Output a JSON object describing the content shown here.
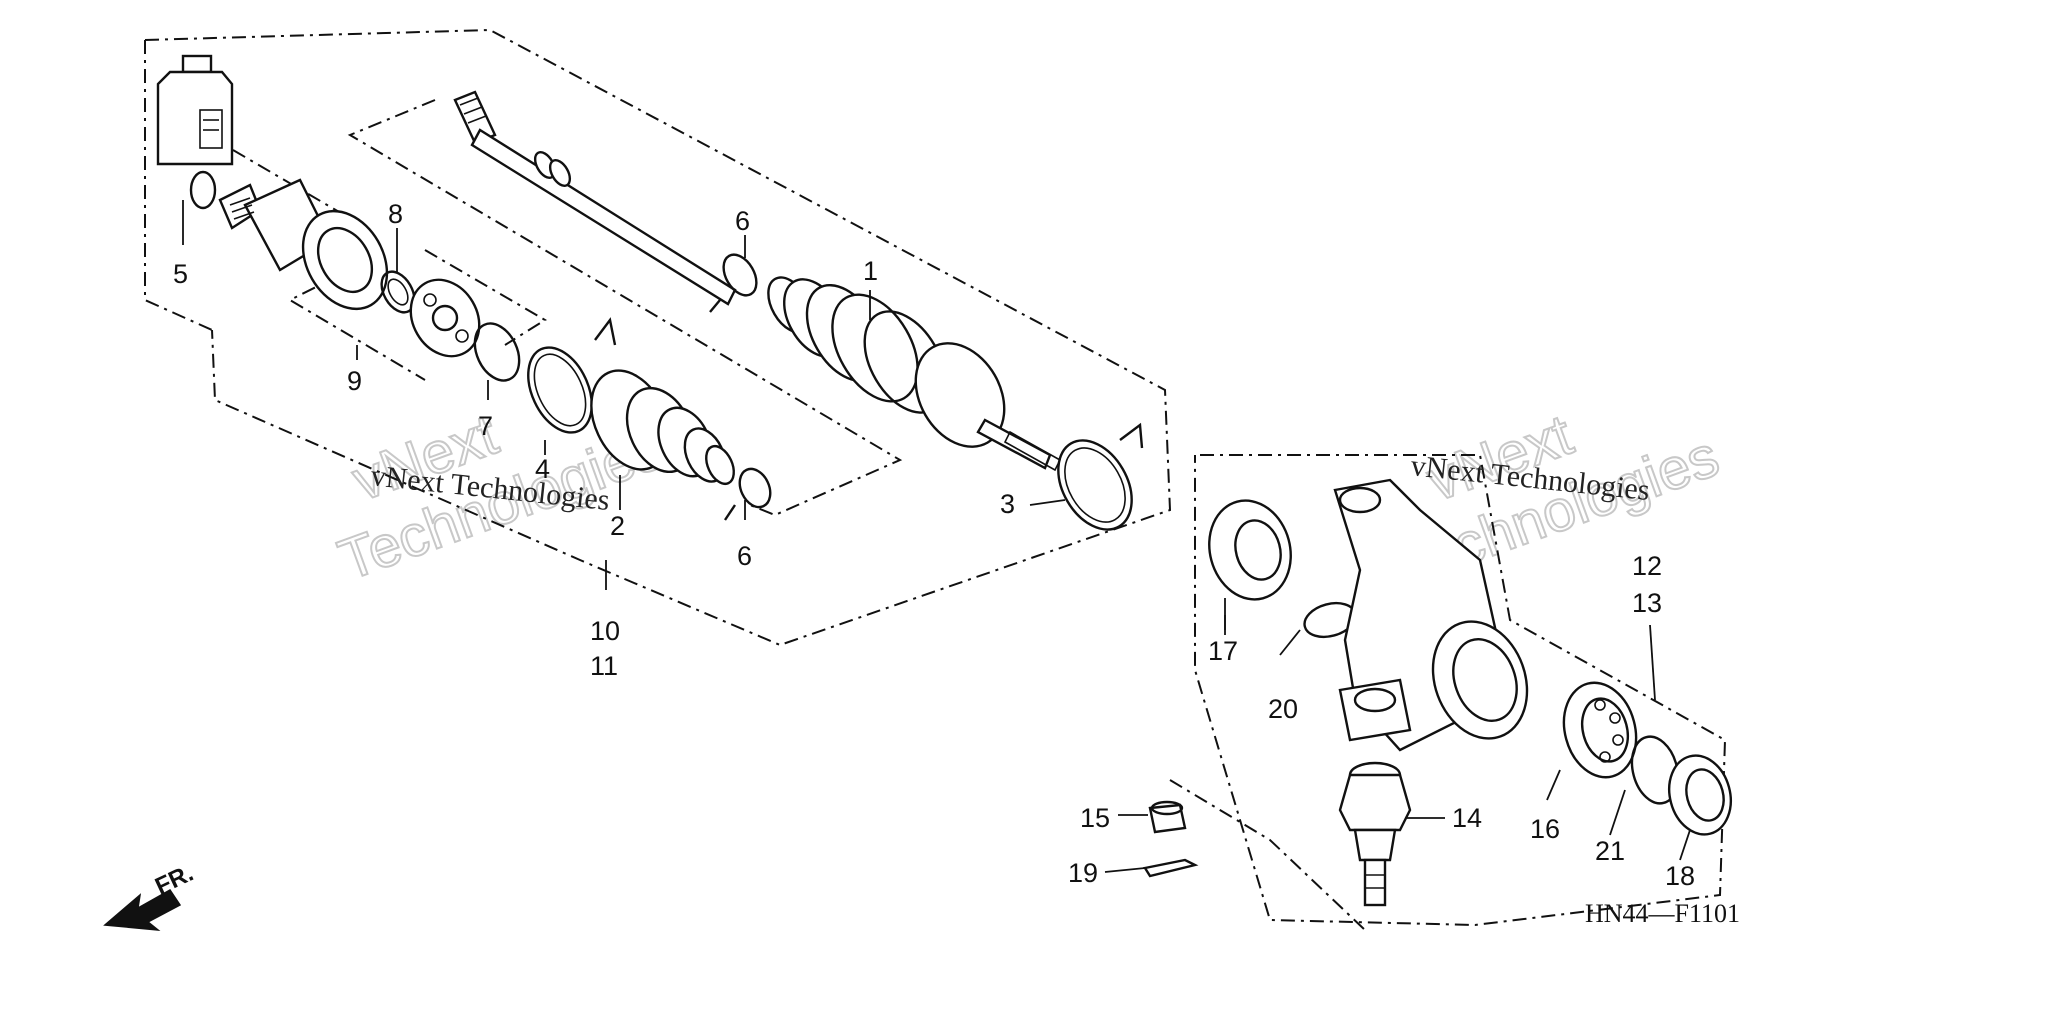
{
  "callouts": [
    {
      "id": "c1",
      "text": "1"
    },
    {
      "id": "c2",
      "text": "2"
    },
    {
      "id": "c3",
      "text": "3"
    },
    {
      "id": "c4",
      "text": "4"
    },
    {
      "id": "c5",
      "text": "5"
    },
    {
      "id": "c6a",
      "text": "6"
    },
    {
      "id": "c6b",
      "text": "6"
    },
    {
      "id": "c7",
      "text": "7"
    },
    {
      "id": "c8",
      "text": "8"
    },
    {
      "id": "c9",
      "text": "9"
    },
    {
      "id": "c10",
      "text": "10"
    },
    {
      "id": "c11",
      "text": "11"
    },
    {
      "id": "c12",
      "text": "12"
    },
    {
      "id": "c13",
      "text": "13"
    },
    {
      "id": "c14",
      "text": "14"
    },
    {
      "id": "c15",
      "text": "15"
    },
    {
      "id": "c16",
      "text": "16"
    },
    {
      "id": "c17",
      "text": "17"
    },
    {
      "id": "c18",
      "text": "18"
    },
    {
      "id": "c19",
      "text": "19"
    },
    {
      "id": "c20",
      "text": "20"
    },
    {
      "id": "c21",
      "text": "21"
    }
  ],
  "diagram_code": "HN44—F1101",
  "direction_label": "FR.",
  "watermark": {
    "small_1": "vNext Technologies",
    "small_2": "vNext Technologies",
    "big_1a": "vNext",
    "big_1b": "Technologies",
    "big_2a": "vNext",
    "big_2b": "Technologies"
  },
  "icons": [
    "oil-bottle-icon",
    "front-direction-arrow-icon"
  ]
}
